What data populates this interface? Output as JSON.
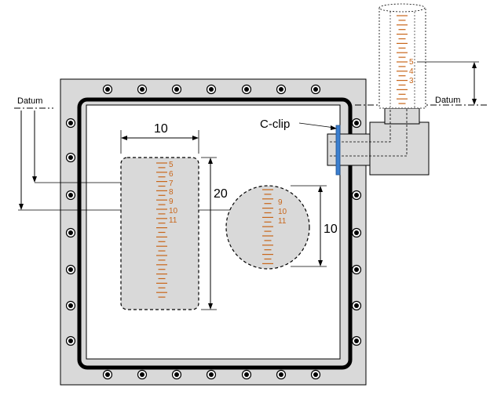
{
  "labels": {
    "datum_left": "Datum",
    "datum_right": "Datum",
    "c_clip": "C-clip",
    "dim_rect_width": "10",
    "dim_rect_height": "20",
    "dim_circle_diameter": "10"
  },
  "scales": {
    "rect_numbers": [
      "5",
      "6",
      "7",
      "8",
      "9",
      "10",
      "11"
    ],
    "circle_numbers": [
      "9",
      "10",
      "11"
    ],
    "tube_numbers": [
      "5",
      "4",
      "3"
    ]
  },
  "colors": {
    "frame": "#d9d9d9",
    "outline": "#000000",
    "specimen_fill": "#d9d9d9",
    "scale_orange": "#c8661a",
    "clip_blue": "#3b7fd0"
  }
}
